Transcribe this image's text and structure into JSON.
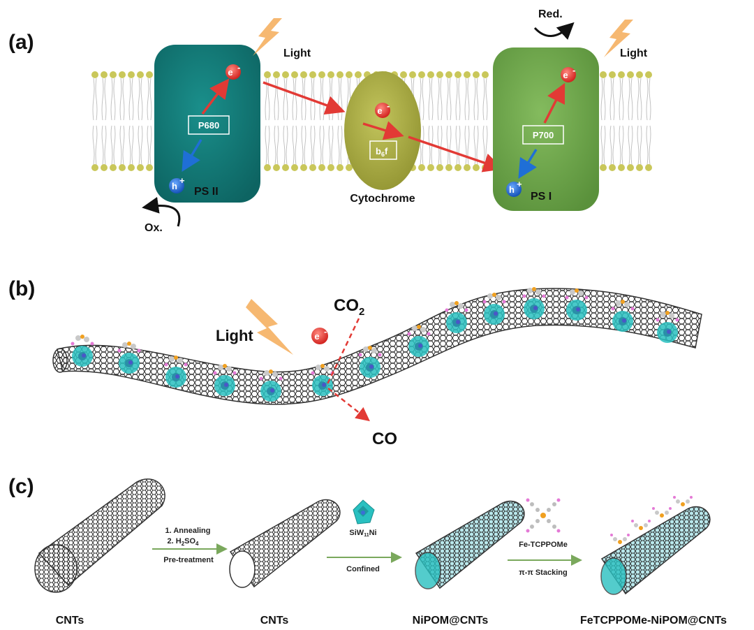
{
  "panels": {
    "a": "(a)",
    "b": "(b)",
    "c": "(c)"
  },
  "panel_a": {
    "light_left": "Light",
    "light_right": "Light",
    "p680": "P680",
    "p700": "P700",
    "b6f_main": "b",
    "b6f_sub": "6",
    "b6f_tail": "f",
    "psii": "PS II",
    "psi": "PS I",
    "cytochrome": "Cytochrome",
    "ox": "Ox.",
    "red": "Red.",
    "electron": "e",
    "hole": "h",
    "minus": "-",
    "plus": "+"
  },
  "panel_b": {
    "light": "Light",
    "co2_main": "CO",
    "co2_sub": "2",
    "co": "CO",
    "electron": "e",
    "minus": "-"
  },
  "panel_c": {
    "step1_line1": "1. Annealing",
    "step1_line2_a": "2. H",
    "step1_line2_sub1": "2",
    "step1_line2_b": "SO",
    "step1_line2_sub2": "4",
    "step1_name": "Pre-treatment",
    "reagent2_a": "SiW",
    "reagent2_sub": "11",
    "reagent2_b": "Ni",
    "step2_name": "Confined",
    "reagent3": "Fe-TCPPOMe",
    "step3_name": "π-π Stacking",
    "product0": "CNTs",
    "product1": "CNTs",
    "product2": "NiPOM@CNTs",
    "product3": "FeTCPPOMe-NiPOM@CNTs"
  },
  "colors": {
    "psii": "#127a77",
    "psi": "#6ea64a",
    "cytochrome": "#a6a843",
    "electron": "#e63531",
    "hole": "#1f6fd6",
    "arrow_red": "#e23a35",
    "arrow_blue": "#1f6fd6",
    "lipid_head": "#c9c75a",
    "pom": "#29c0c0",
    "tube": "#333333",
    "process_arrow": "#7aa85c"
  }
}
